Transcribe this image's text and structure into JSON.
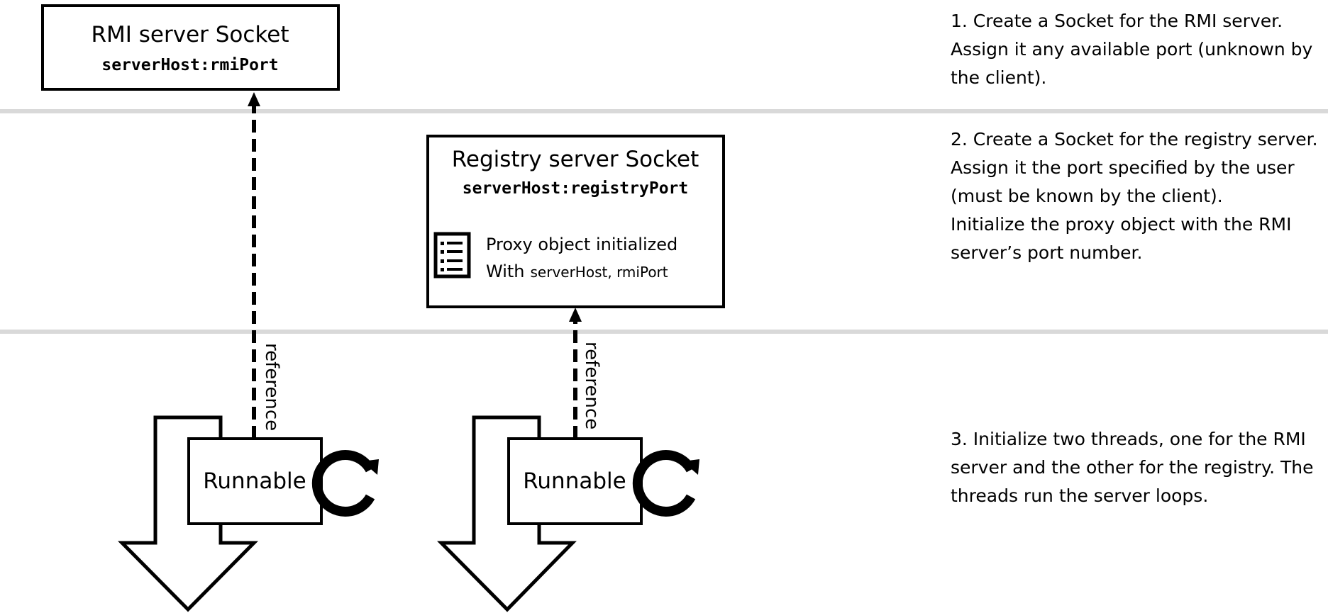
{
  "rmi_socket": {
    "title": "RMI server Socket",
    "address": "serverHost:rmiPort"
  },
  "registry_socket": {
    "title": "Registry server Socket",
    "address": "serverHost:registryPort",
    "proxy_line1": "Proxy object initialized",
    "proxy_line2_prefix": "With",
    "proxy_line2_code": "serverHost, rmiPort"
  },
  "threads": [
    {
      "label": "Runnable",
      "reference_label": "reference"
    },
    {
      "label": "Runnable",
      "reference_label": "reference"
    }
  ],
  "steps": {
    "step1": "1. Create a Socket for the RMI server. Assign it any available port (unknown by the client).",
    "step2a": "2. Create a Socket for the registry server. Assign it the port specified by the user (must be known by the client).",
    "step2b": "Initialize the proxy object with the RMI server’s port number.",
    "step3": "3. Initialize two threads, one for the RMI server and the other for the registry. The threads run the server loops."
  },
  "icons": {
    "proxy": "list-document-icon",
    "loop": "refresh-loop-icon",
    "thread": "down-arrow-icon"
  }
}
